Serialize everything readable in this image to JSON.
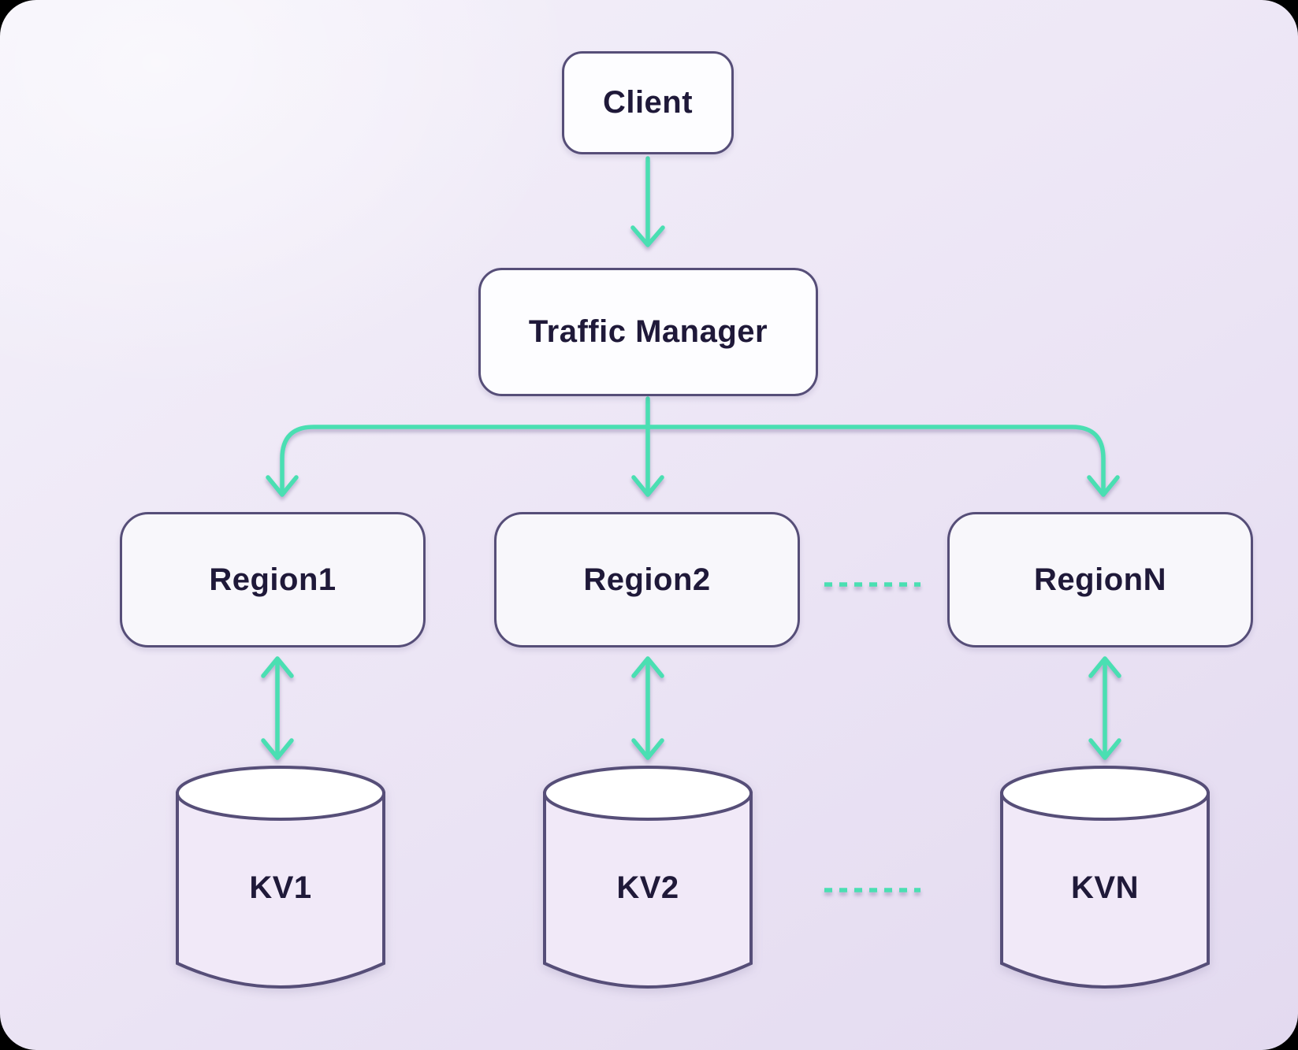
{
  "nodes": {
    "client": {
      "label": "Client"
    },
    "traffic_manager": {
      "label": "Traffic Manager"
    },
    "region1": {
      "label": "Region1"
    },
    "region2": {
      "label": "Region2"
    },
    "region_n": {
      "label": "RegionN"
    },
    "kv1": {
      "label": "KV1"
    },
    "kv2": {
      "label": "KV2"
    },
    "kv_n": {
      "label": "KVN"
    }
  },
  "colors": {
    "arrow_accent": "#4adfb2",
    "node_border": "#564e78",
    "node_fill": "#fdfdff",
    "region_fill": "#f8f7fb",
    "cylinder_fill": "#f1e9f8",
    "cylinder_top_fill": "#ffffff",
    "text": "#1f1939",
    "background_start": "#f4f1fa",
    "background_end": "#e3daf0"
  }
}
